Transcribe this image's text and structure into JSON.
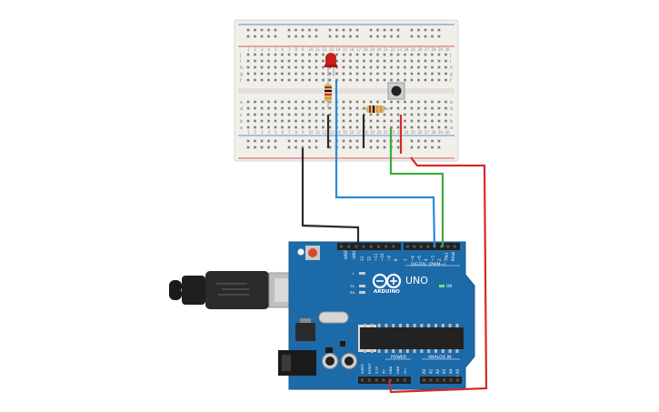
{
  "board": {
    "name": "ARDUINO",
    "model": "UNO",
    "on_label": "ON",
    "digital_label": "DIGITAL (PWM~)",
    "power_label": "POWER",
    "analog_label": "ANALOG IN",
    "l_label": "L",
    "tx_label": "TX",
    "rx_label": "RX",
    "aref_label": "AREF",
    "gnd_label": "GND",
    "digital_pins": [
      "13",
      "12",
      "~11",
      "~10",
      "~9",
      "8",
      "7",
      "~6",
      "~5",
      "4",
      "~3",
      "2",
      "TX▸1",
      "RX◂0"
    ],
    "power_pins": [
      "IOREF",
      "RESET",
      "3.3V",
      "5V",
      "GND",
      "GND",
      "Vin"
    ],
    "analog_pins": [
      "A0",
      "A1",
      "A2",
      "A3",
      "A4",
      "A5"
    ]
  },
  "breadboard": {
    "columns": 30,
    "row_letters_top": [
      "j",
      "i",
      "h",
      "g",
      "f"
    ],
    "row_letters_bottom": [
      "e",
      "d",
      "c",
      "b",
      "a"
    ]
  },
  "wires": {
    "colors": {
      "black": "#2b2b2b",
      "blue": "#2a8bd6",
      "green": "#3cab3c",
      "red": "#d22a2a"
    }
  },
  "components": {
    "led_color": "#c81e1e",
    "board_color": "#1d6aa8",
    "breadboard_color": "#f1efea"
  }
}
